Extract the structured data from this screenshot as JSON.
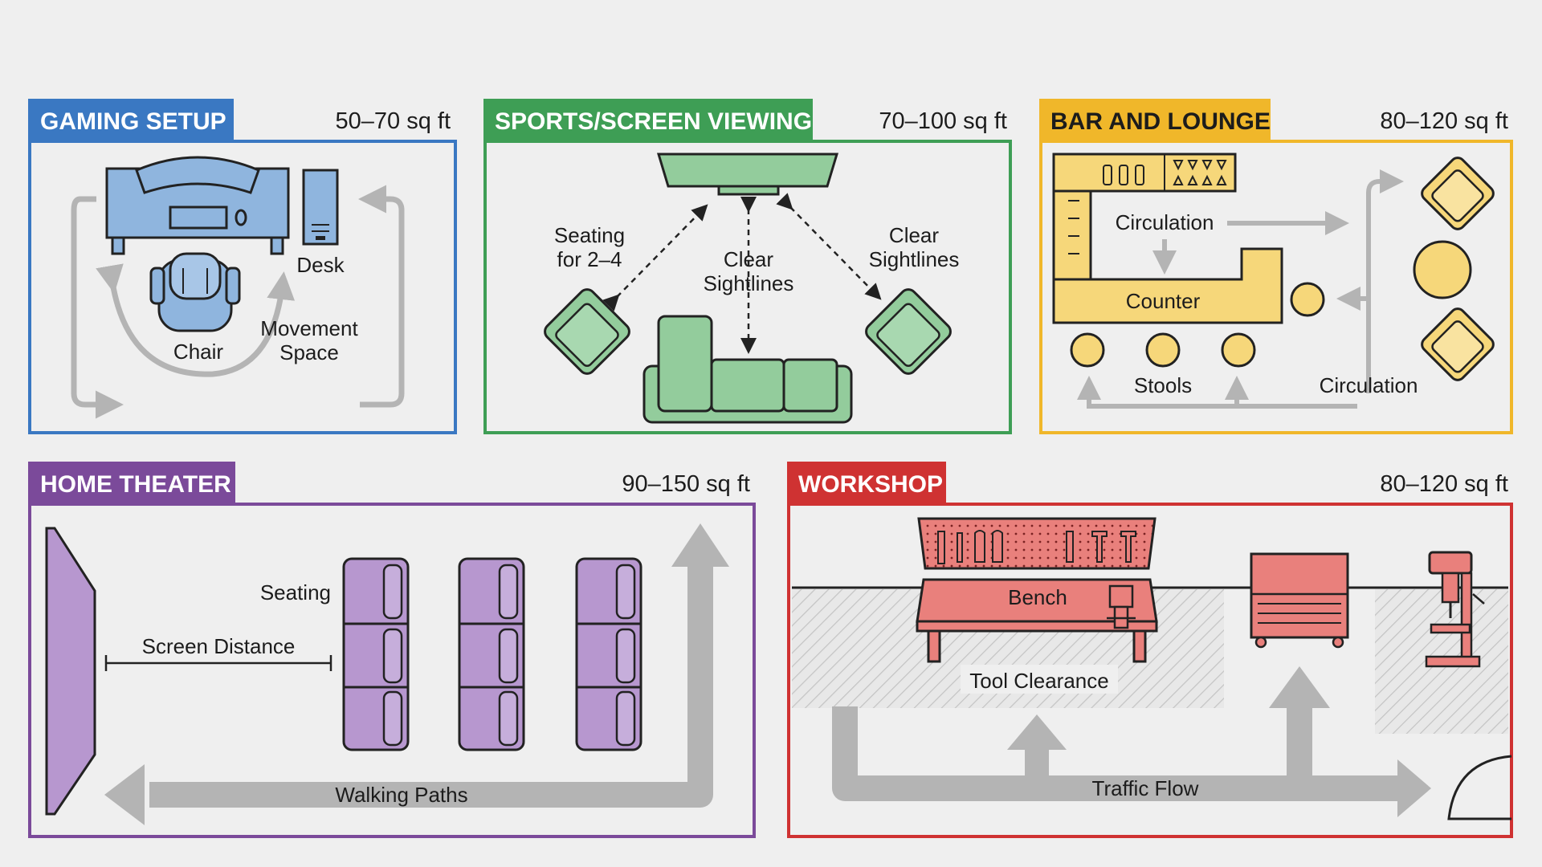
{
  "colors": {
    "gaming": "#3a78c2",
    "gaming_fill": "#8fb5de",
    "sports": "#3e9e55",
    "sports_fill": "#93cc9c",
    "bar": "#f0b72a",
    "bar_fill": "#f6d77a",
    "theater": "#7b4a9a",
    "theater_fill": "#b797cf",
    "workshop": "#cf3232",
    "workshop_fill": "#e9807c",
    "path_gray": "#b4b4b4",
    "background": "#efefef"
  },
  "gaming": {
    "title": "GAMING SETUP",
    "area": "50–70 sq ft",
    "labels": {
      "desk": "Desk",
      "chair": "Chair",
      "movement_1": "Movement",
      "movement_2": "Space"
    }
  },
  "sports": {
    "title": "SPORTS/SCREEN VIEWING",
    "area": "70–100 sq ft",
    "labels": {
      "seating_1": "Seating",
      "seating_2": "for 2–4",
      "center_1": "Clear",
      "center_2": "Sightlines",
      "right_1": "Clear",
      "right_2": "Sightlines"
    }
  },
  "bar": {
    "title": "BAR AND LOUNGE",
    "area": "80–120 sq ft",
    "labels": {
      "circulation_top": "Circulation",
      "counter": "Counter",
      "stools": "Stools",
      "circulation_bottom": "Circulation"
    }
  },
  "theater": {
    "title": "HOME THEATER",
    "area": "90–150 sq ft",
    "labels": {
      "seating": "Seating",
      "screen_distance": "Screen Distance",
      "walking_paths": "Walking Paths"
    }
  },
  "workshop": {
    "title": "WORKSHOP",
    "area": "80–120 sq ft",
    "labels": {
      "bench": "Bench",
      "tool_clearance": "Tool Clearance",
      "traffic_flow": "Traffic Flow"
    }
  }
}
